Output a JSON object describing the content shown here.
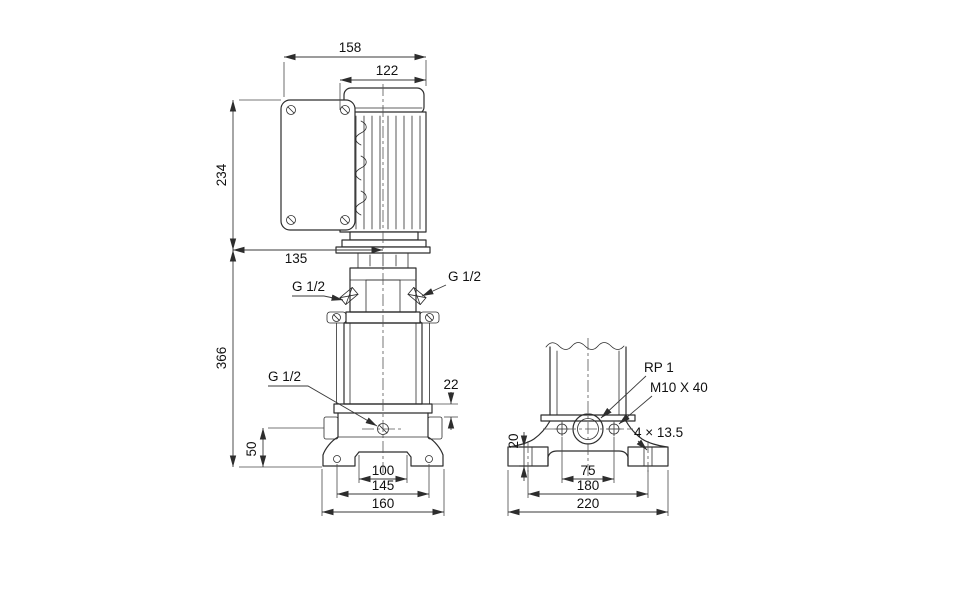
{
  "page": {
    "background": "#ffffff",
    "line_color": "#2d2d2d"
  },
  "left_view": {
    "dim_top_width": "158",
    "dim_motor_width": "122",
    "dim_motor_height": "234",
    "dim_swing": "135",
    "dim_pump_height": "366",
    "label_port_left": "G 1/2",
    "label_port_right": "G 1/2",
    "label_drain": "G 1/2",
    "dim_port_offset": "22",
    "dim_inlet_height": "50",
    "dim_base_inner": "100",
    "dim_base_bolts": "145",
    "dim_base_outer": "160"
  },
  "right_view": {
    "label_thread": "RP 1",
    "label_bolt": "M10 X 40",
    "label_holes": "4 × 13.5",
    "dim_pad_height": "20",
    "dim_bolt_spacing": "75",
    "dim_hole_spacing": "180",
    "dim_base_width": "220"
  }
}
